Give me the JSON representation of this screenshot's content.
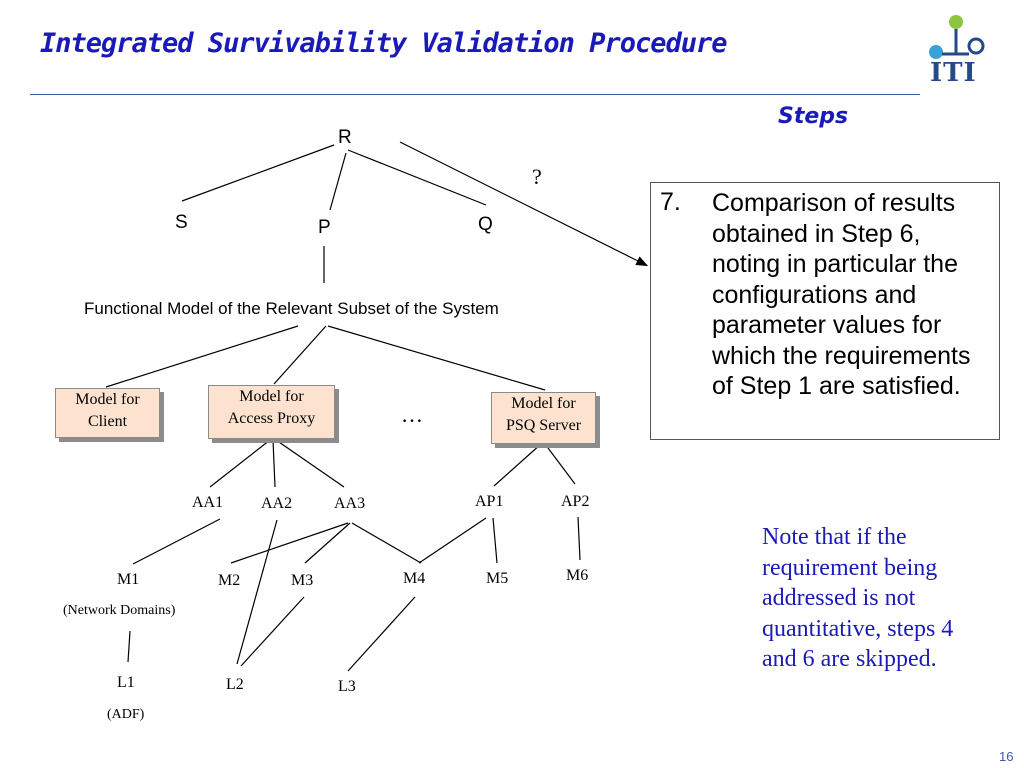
{
  "slide": {
    "title": "Integrated Survivability Validation Procedure",
    "subtitle": "Steps",
    "logo_text": "ITI",
    "page_number": "16"
  },
  "diagram": {
    "root": "R",
    "level1": {
      "s": "S",
      "p": "P",
      "q": "Q"
    },
    "question_mark": "?",
    "functional_model_label": "Functional Model of the Relevant Subset of the System",
    "models": {
      "client": [
        "Model for",
        "Client"
      ],
      "access_proxy": [
        "Model for",
        "Access Proxy"
      ],
      "psq_server": [
        "Model for",
        "PSQ Server"
      ]
    },
    "ellipsis": "…",
    "aspects": {
      "aa1": "AA1",
      "aa2": "AA2",
      "aa3": "AA3",
      "ap1": "AP1",
      "ap2": "AP2"
    },
    "mechanisms": {
      "m1": "M1",
      "m2": "M2",
      "m3": "M3",
      "m4": "M4",
      "m5": "M5",
      "m6": "M6"
    },
    "m1_note": "(Network Domains)",
    "levels": {
      "l1": "L1",
      "l2": "L2",
      "l3": "L3"
    },
    "l1_note": "(ADF)"
  },
  "step": {
    "number": "7.",
    "text": "Comparison of results obtained in Step 6, noting in particular the configurations and parameter values for which the requirements of Step 1 are satisfied."
  },
  "note": "Note that if the requirement being addressed is not quantitative, steps 4 and 6 are skipped.",
  "colors": {
    "title": "#1a1ab8",
    "model_box_fill": "#fde3cf",
    "note_text": "#1a1ab8",
    "logo_green": "#8cc63e",
    "logo_blue": "#3aa0d8"
  }
}
